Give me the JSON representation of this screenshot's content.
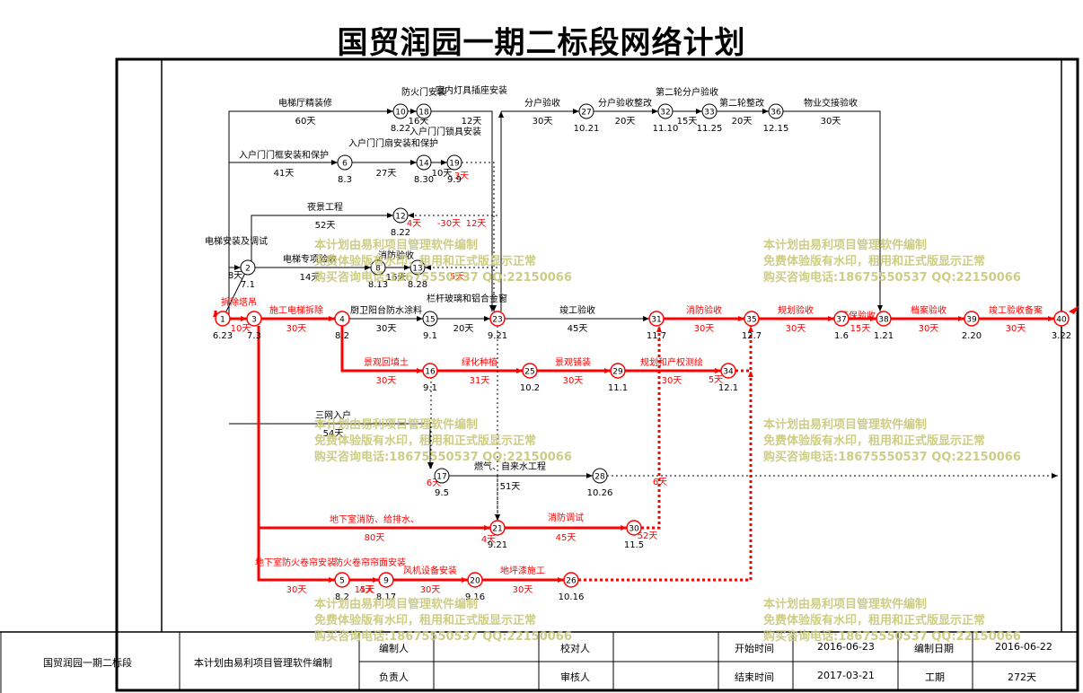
{
  "title": "国贸润园一期二标段网络计划",
  "colors": {
    "critical": "#ff0000",
    "normal": "#000000",
    "watermark": "#c8c87a",
    "float": "#00aa00"
  },
  "nodes": [
    {
      "id": "1",
      "date": "6.23"
    },
    {
      "id": "2",
      "date": "7.1"
    },
    {
      "id": "3",
      "date": "7.3"
    },
    {
      "id": "4",
      "date": "8.2"
    },
    {
      "id": "5",
      "date": "8.2"
    },
    {
      "id": "6",
      "date": "8.3"
    },
    {
      "id": "8",
      "date": "8.13"
    },
    {
      "id": "9",
      "date": "8.17"
    },
    {
      "id": "10",
      "date": "8.22"
    },
    {
      "id": "12",
      "date": "8.22"
    },
    {
      "id": "13",
      "date": "8.28"
    },
    {
      "id": "14",
      "date": "8.30"
    },
    {
      "id": "15",
      "date": "9.1"
    },
    {
      "id": "16",
      "date": "9.1"
    },
    {
      "id": "17",
      "date": "9.5"
    },
    {
      "id": "18",
      "date": ""
    },
    {
      "id": "19",
      "date": "9.9"
    },
    {
      "id": "20",
      "date": "9.16"
    },
    {
      "id": "21",
      "date": "9.21"
    },
    {
      "id": "23",
      "date": "9.21"
    },
    {
      "id": "25",
      "date": "10.2"
    },
    {
      "id": "26",
      "date": "10.16"
    },
    {
      "id": "27",
      "date": "10.21"
    },
    {
      "id": "28",
      "date": "10.26"
    },
    {
      "id": "29",
      "date": "11.1"
    },
    {
      "id": "30",
      "date": "11.5"
    },
    {
      "id": "31",
      "date": "11.7"
    },
    {
      "id": "32",
      "date": "11.10"
    },
    {
      "id": "33",
      "date": "11.25"
    },
    {
      "id": "34",
      "date": "12.1"
    },
    {
      "id": "35",
      "date": "12.7"
    },
    {
      "id": "36",
      "date": "12.15"
    },
    {
      "id": "37",
      "date": "1.6"
    },
    {
      "id": "38",
      "date": "1.21"
    },
    {
      "id": "39",
      "date": "2.20"
    },
    {
      "id": "40",
      "date": "3.22"
    }
  ],
  "activities": [
    {
      "name": "电梯厅精装修",
      "duration": "60天",
      "critical": false
    },
    {
      "name": "防火门安装",
      "duration": "16天",
      "critical": false
    },
    {
      "name": "室内灯具插座安装",
      "duration": "12天",
      "critical": false
    },
    {
      "name": "入户门门框安装和保护",
      "duration": "41天",
      "critical": false
    },
    {
      "name": "入户门门扇安装和保护",
      "duration": "27天",
      "critical": false
    },
    {
      "name": "入户门门锁具安装",
      "duration": "10天",
      "critical": false
    },
    {
      "name": "夜景工程",
      "duration": "52天",
      "critical": false
    },
    {
      "name": "电梯安装及调试",
      "duration": "8天",
      "critical": false
    },
    {
      "name": "电梯专项验收",
      "duration": "14天",
      "critical": false
    },
    {
      "name": "消防验收",
      "duration": "16天",
      "critical": false
    },
    {
      "name": "拆除塔吊",
      "duration": "10天",
      "critical": true
    },
    {
      "name": "施工电梯拆除",
      "duration": "30天",
      "critical": true
    },
    {
      "name": "厨卫阳台防水涂料",
      "duration": "30天",
      "critical": false
    },
    {
      "name": "栏杆玻璃和铝合金窗",
      "duration": "20天",
      "critical": false
    },
    {
      "name": "竣工验收",
      "duration": "45天",
      "critical": false
    },
    {
      "name": "分户验收",
      "duration": "30天",
      "critical": false
    },
    {
      "name": "分户验收整改",
      "duration": "20天",
      "critical": false
    },
    {
      "name": "第二轮分户验收",
      "duration": "15天",
      "critical": false
    },
    {
      "name": "第二轮整改",
      "duration": "20天",
      "critical": false
    },
    {
      "name": "物业交接验收",
      "duration": "30天",
      "critical": false
    },
    {
      "name": "消防验收",
      "duration": "30天",
      "critical": true
    },
    {
      "name": "规划验收",
      "duration": "30天",
      "critical": true
    },
    {
      "name": "环保验收",
      "duration": "15天",
      "critical": true
    },
    {
      "name": "档案验收",
      "duration": "30天",
      "critical": true
    },
    {
      "name": "竣工验收备案",
      "duration": "30天",
      "critical": true
    },
    {
      "name": "景观回填土",
      "duration": "30天",
      "critical": true
    },
    {
      "name": "绿化种植",
      "duration": "31天",
      "critical": true
    },
    {
      "name": "景观铺装",
      "duration": "30天",
      "critical": true
    },
    {
      "name": "规划和产权测绘",
      "duration": "30天",
      "critical": true
    },
    {
      "name": "三网入户",
      "duration": "54天",
      "critical": false
    },
    {
      "name": "燃气、自来水工程",
      "duration": "51天",
      "critical": false
    },
    {
      "name": "地下室消防、给排水、配电工程",
      "duration": "80天",
      "critical": true
    },
    {
      "name": "消防调试",
      "duration": "45天",
      "critical": true
    },
    {
      "name": "地下室防火卷帘安装",
      "duration": "30天",
      "critical": true
    },
    {
      "name": "防火卷帘帘面安装",
      "duration": "15天",
      "critical": true
    },
    {
      "name": "风机设备安装",
      "duration": "30天",
      "critical": true
    },
    {
      "name": "地坪漆施工",
      "duration": "30天",
      "critical": true
    }
  ],
  "float_labels": [
    "-30天",
    "12天",
    "4天",
    "5天",
    "6天",
    "4天",
    "52天",
    "5天",
    "6天",
    "4天",
    "3天"
  ],
  "watermark": {
    "line1": "本计划由易利项目管理软件编制",
    "line2": "免费体验版有水印，租用和正式版显示正常",
    "line3": "购买咨询电话:18675550537 QQ:22150066"
  },
  "footer": {
    "project": "国贸润园一期二标段",
    "software": "本计划由易利项目管理软件编制",
    "editor_label": "编制人",
    "checker_label": "校对人",
    "owner_label": "负责人",
    "reviewer_label": "审核人",
    "start_label": "开始时间",
    "start_value": "2016-06-23",
    "compile_label": "编制日期",
    "compile_value": "2016-06-22",
    "end_label": "结束时间",
    "end_value": "2017-03-21",
    "period_label": "工期",
    "period_value": "272天"
  }
}
